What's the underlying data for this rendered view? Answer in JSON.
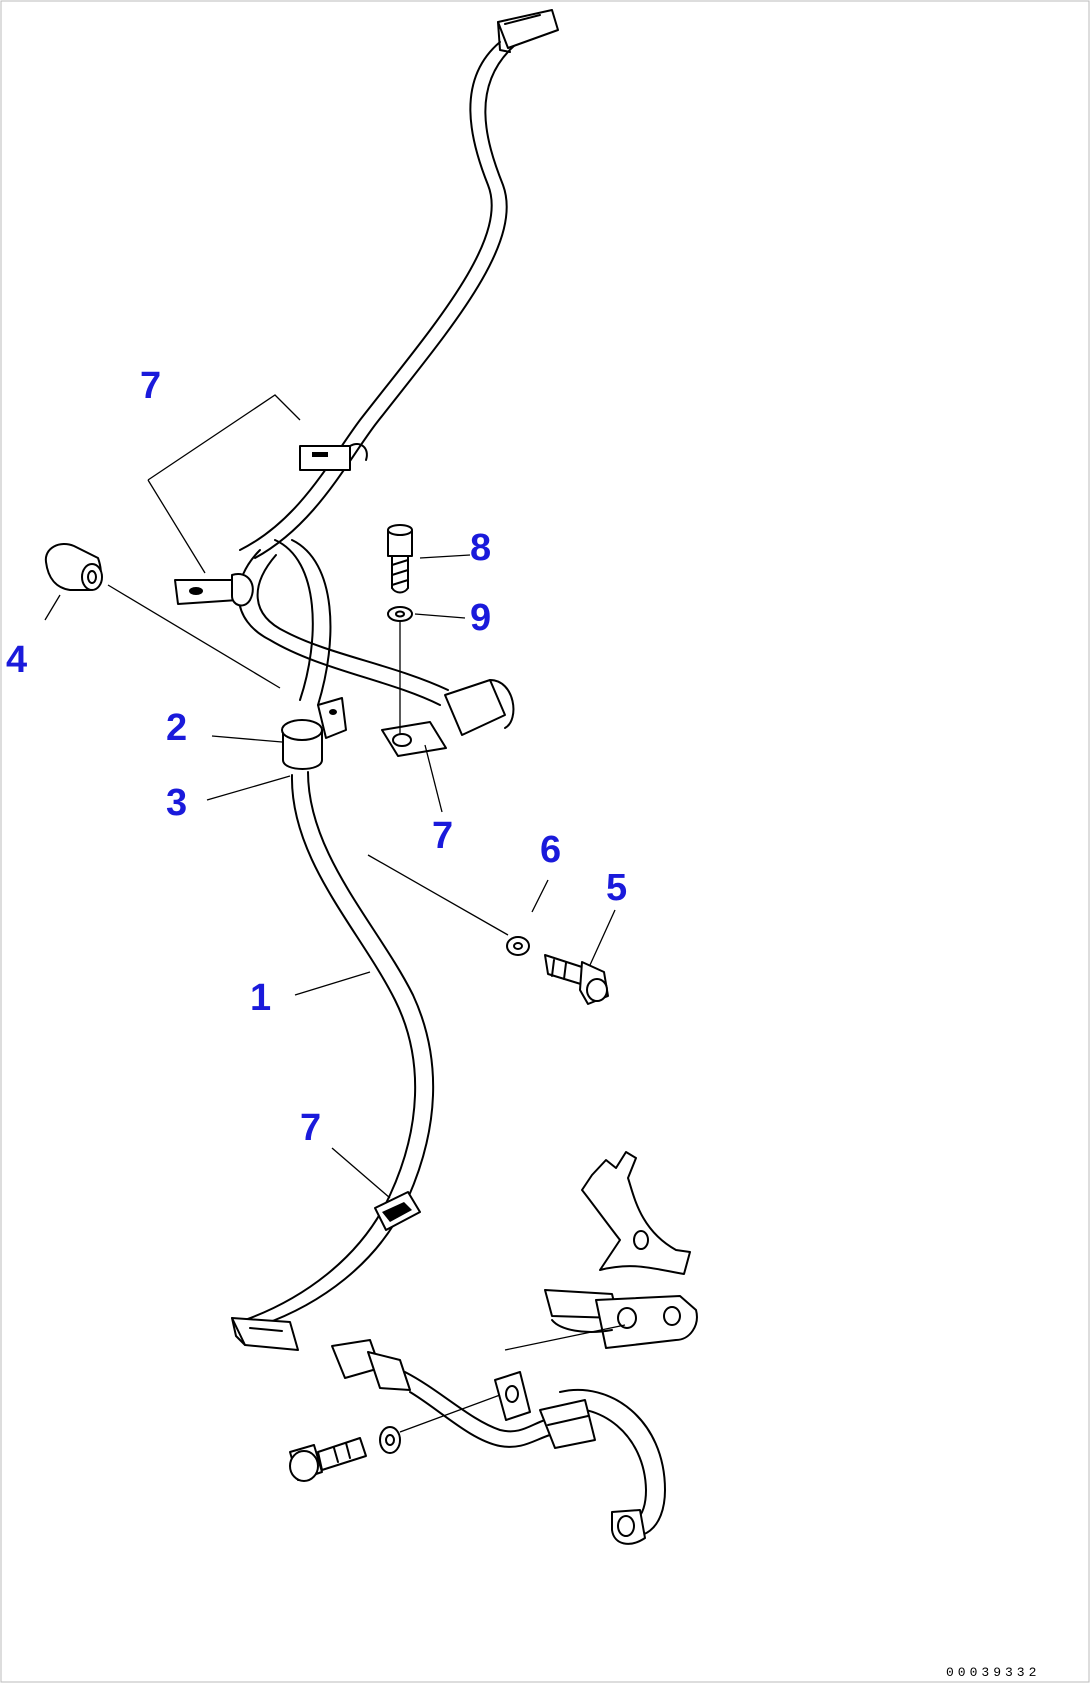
{
  "callouts": {
    "c1": "1",
    "c2": "2",
    "c3": "3",
    "c4": "4",
    "c5": "5",
    "c6": "6",
    "c7_top": "7",
    "c7_mid": "7",
    "c7_low": "7",
    "c8": "8",
    "c9": "9"
  },
  "document_id": "00039332",
  "colors": {
    "callout": "#1a1adb",
    "line": "#000000"
  }
}
